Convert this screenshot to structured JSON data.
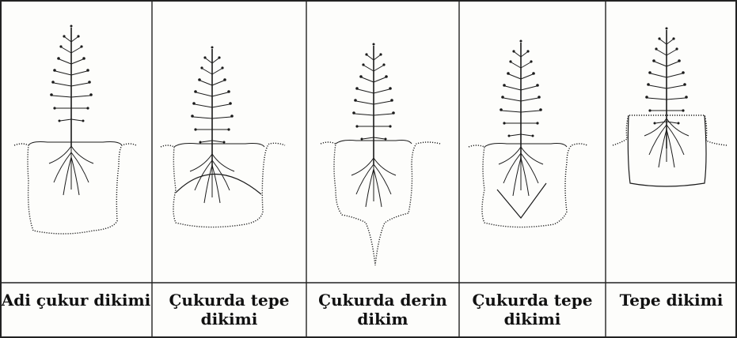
{
  "diagram": {
    "panels": [
      {
        "caption_line1": "Adi çukur dikimi",
        "caption_line2": ""
      },
      {
        "caption_line1": "Çukurda tepe",
        "caption_line2": "dikimi"
      },
      {
        "caption_line1": "Çukurda derin",
        "caption_line2": "dikim"
      },
      {
        "caption_line1": "Çukurda tepe",
        "caption_line2": "dikimi"
      },
      {
        "caption_line1": "Tepe dikimi",
        "caption_line2": ""
      }
    ]
  },
  "colors": {
    "ink": "#1a1a1a",
    "paper": "#fdfdfb",
    "border": "#222222"
  }
}
